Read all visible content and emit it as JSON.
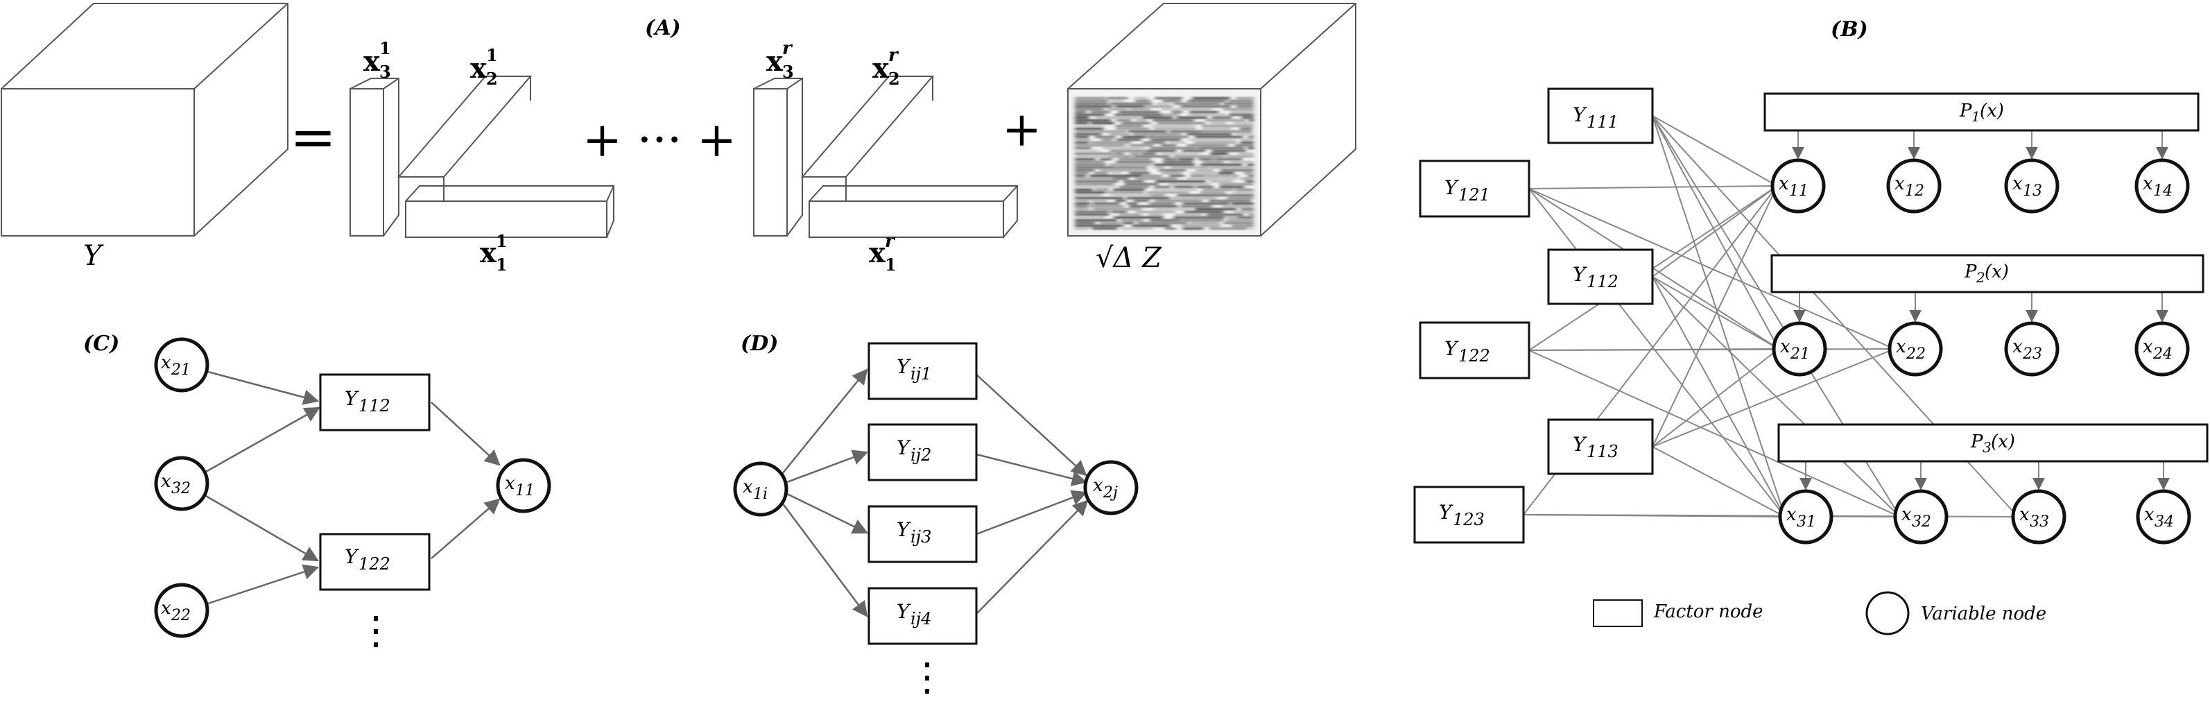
{
  "panelA": {
    "label": "(A)",
    "Y_label": "Y",
    "equals": "=",
    "plus_dots_plus": "+ ··· +",
    "plus": "+",
    "x3_1": "x",
    "x3_1_sub": "3",
    "x3_1_sup": "1",
    "x2_1": "x",
    "x2_1_sub": "2",
    "x2_1_sup": "1",
    "x1_1": "x",
    "x1_1_sub": "1",
    "x1_1_sup": "1",
    "x3_r": "x",
    "x3_r_sub": "3",
    "x3_r_sup": "r",
    "x2_r": "x",
    "x2_r_sub": "2",
    "x2_r_sup": "r",
    "x1_r": "x",
    "x1_r_sub": "1",
    "x1_r_sup": "r",
    "noise_label": "√Δ Z"
  },
  "panelB": {
    "label": "(B)",
    "factors": [
      {
        "id": "Y111",
        "text": "Y",
        "sub": "111"
      },
      {
        "id": "Y121",
        "text": "Y",
        "sub": "121"
      },
      {
        "id": "Y112",
        "text": "Y",
        "sub": "112"
      },
      {
        "id": "Y122",
        "text": "Y",
        "sub": "122"
      },
      {
        "id": "Y113",
        "text": "Y",
        "sub": "113"
      },
      {
        "id": "Y123",
        "text": "Y",
        "sub": "123"
      }
    ],
    "priors": [
      {
        "text": "P",
        "sub": "1",
        "tail": "(x)"
      },
      {
        "text": "P",
        "sub": "2",
        "tail": "(x)"
      },
      {
        "text": "P",
        "sub": "3",
        "tail": "(x)"
      }
    ],
    "variables": [
      {
        "text": "x",
        "sub": "11"
      },
      {
        "text": "x",
        "sub": "12"
      },
      {
        "text": "x",
        "sub": "13"
      },
      {
        "text": "x",
        "sub": "14"
      },
      {
        "text": "x",
        "sub": "21"
      },
      {
        "text": "x",
        "sub": "22"
      },
      {
        "text": "x",
        "sub": "23"
      },
      {
        "text": "x",
        "sub": "24"
      },
      {
        "text": "x",
        "sub": "31"
      },
      {
        "text": "x",
        "sub": "32"
      },
      {
        "text": "x",
        "sub": "33"
      },
      {
        "text": "x",
        "sub": "34"
      }
    ],
    "legend_factor": "Factor node",
    "legend_variable": "Variable node"
  },
  "panelC": {
    "label": "(C)",
    "x21": {
      "text": "x",
      "sub": "21"
    },
    "x32": {
      "text": "x",
      "sub": "32"
    },
    "x22": {
      "text": "x",
      "sub": "22"
    },
    "x11": {
      "text": "x",
      "sub": "11"
    },
    "Y112": {
      "text": "Y",
      "sub": "112"
    },
    "Y122": {
      "text": "Y",
      "sub": "122"
    },
    "dots": "⋮"
  },
  "panelD": {
    "label": "(D)",
    "x1i": {
      "text": "x",
      "sub": "1i"
    },
    "x2j": {
      "text": "x",
      "sub": "2j"
    },
    "Yij1": {
      "text": "Y",
      "sub": "ij1"
    },
    "Yij2": {
      "text": "Y",
      "sub": "ij2"
    },
    "Yij3": {
      "text": "Y",
      "sub": "ij3"
    },
    "Yij4": {
      "text": "Y",
      "sub": "ij4"
    },
    "dots": "⋮"
  }
}
